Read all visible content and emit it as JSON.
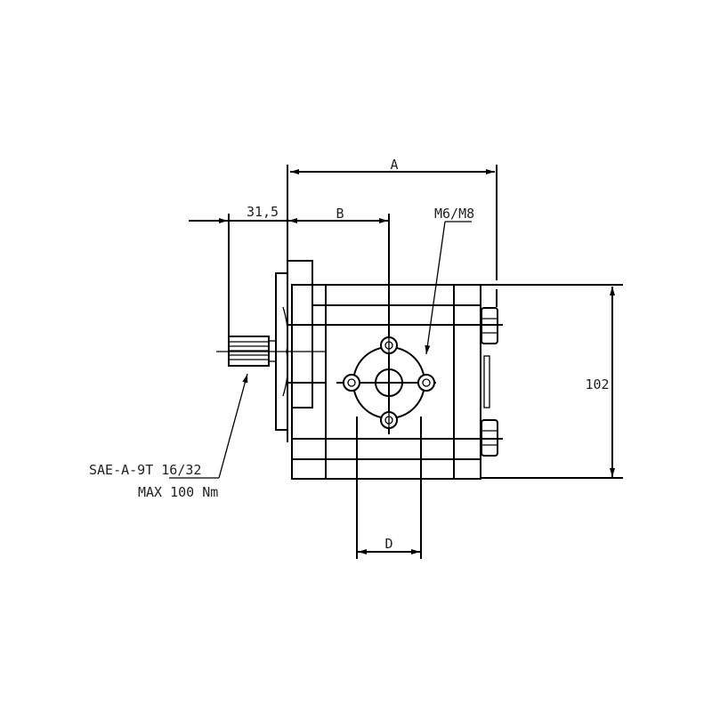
{
  "dimensions": {
    "a": "A",
    "b": "B",
    "d": "D",
    "shaft_offset": "31,5",
    "height": "102"
  },
  "labels": {
    "thread": "M6/M8",
    "shaft_spec": "SAE-A-9T 16/32",
    "max_torque": "MAX 100 Nm"
  },
  "colors": {
    "line": "#000000",
    "background": "#ffffff"
  }
}
